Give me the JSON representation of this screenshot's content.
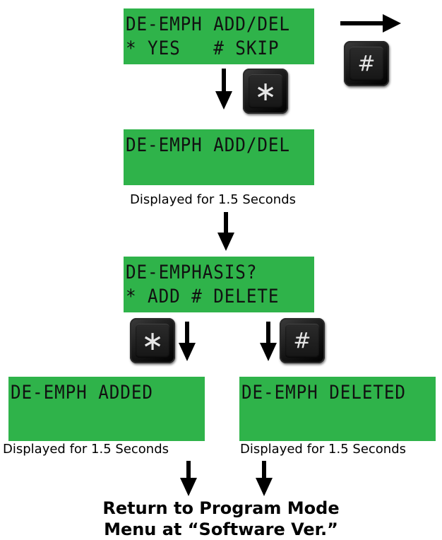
{
  "screens": {
    "prompt": {
      "line1": "DE-EMPH ADD/DEL",
      "line2": "* YES   # SKIP"
    },
    "confirm": {
      "line1": "DE-EMPH ADD/DEL"
    },
    "question": {
      "line1": "DE-EMPHASIS?",
      "line2": "* ADD # DELETE"
    },
    "added": {
      "line1": "DE-EMPH ADDED"
    },
    "deleted": {
      "line1": "DE-EMPH DELETED"
    }
  },
  "keys": {
    "hash_skip": "#",
    "star_yes": "∗",
    "star_add": "∗",
    "hash_delete": "#"
  },
  "captions": {
    "confirm": "Displayed for 1.5 Seconds",
    "added": "Displayed for 1.5 Seconds",
    "deleted": "Displayed for 1.5 Seconds"
  },
  "footer": {
    "line1": "Return to Program Mode",
    "line2": "Menu at “Software Ver.”"
  },
  "colors": {
    "lcd_background": "#2fb34a",
    "lcd_text": "#111111",
    "key_face": "#1c1c1c",
    "arrow": "#000000"
  }
}
